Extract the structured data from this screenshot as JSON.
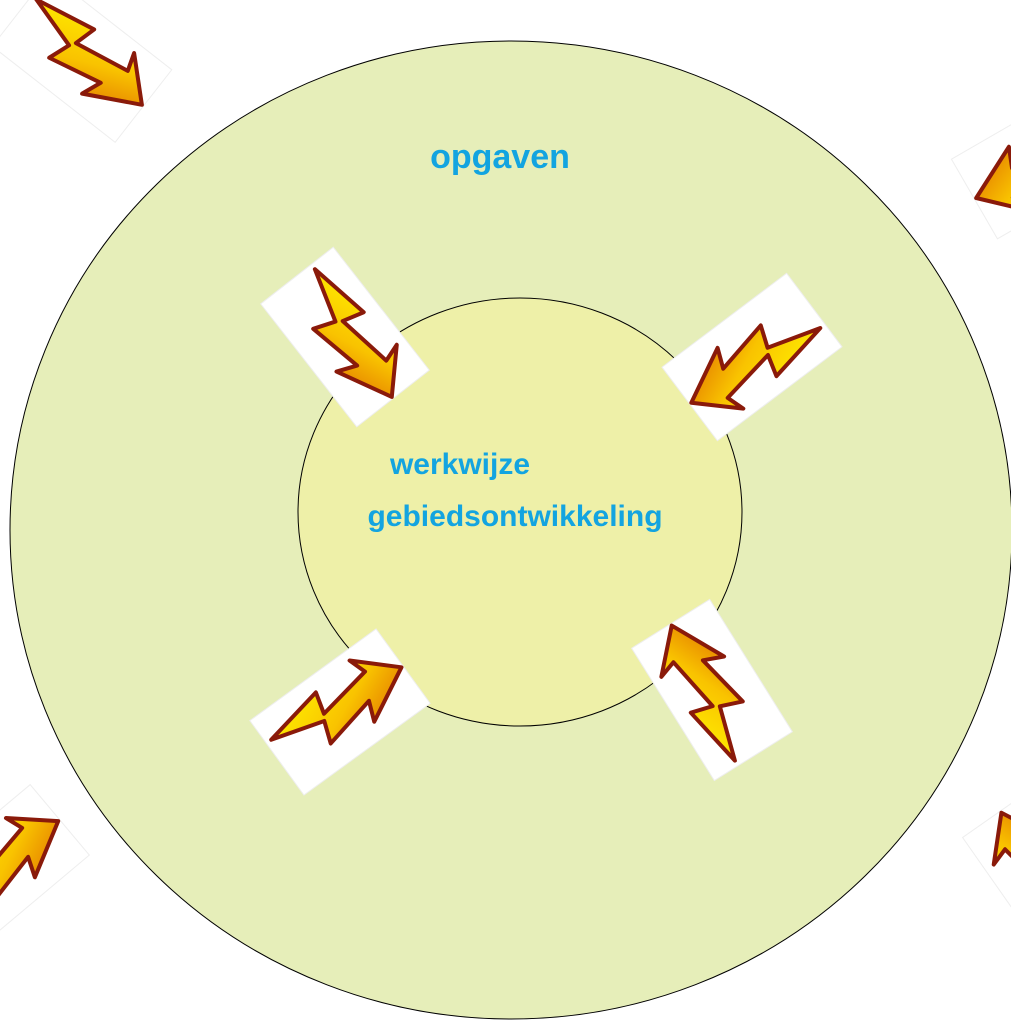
{
  "diagram": {
    "outer_circle_label": "opgaven",
    "inner_circle_label_line1": "werkwijze",
    "inner_circle_label_line2": "gebiedsontwikkeling",
    "colors": {
      "outer_fill": "#e6eeb9",
      "inner_fill": "#eef0a8",
      "stroke": "#000000",
      "text": "#13a4e0",
      "bolt_fill": "#f4b400",
      "bolt_highlight": "#fff200",
      "bolt_outline": "#8a1a0a",
      "tile": "#ffffff"
    },
    "icons": {
      "bolt": "lightning-bolt-arrow-icon"
    }
  }
}
